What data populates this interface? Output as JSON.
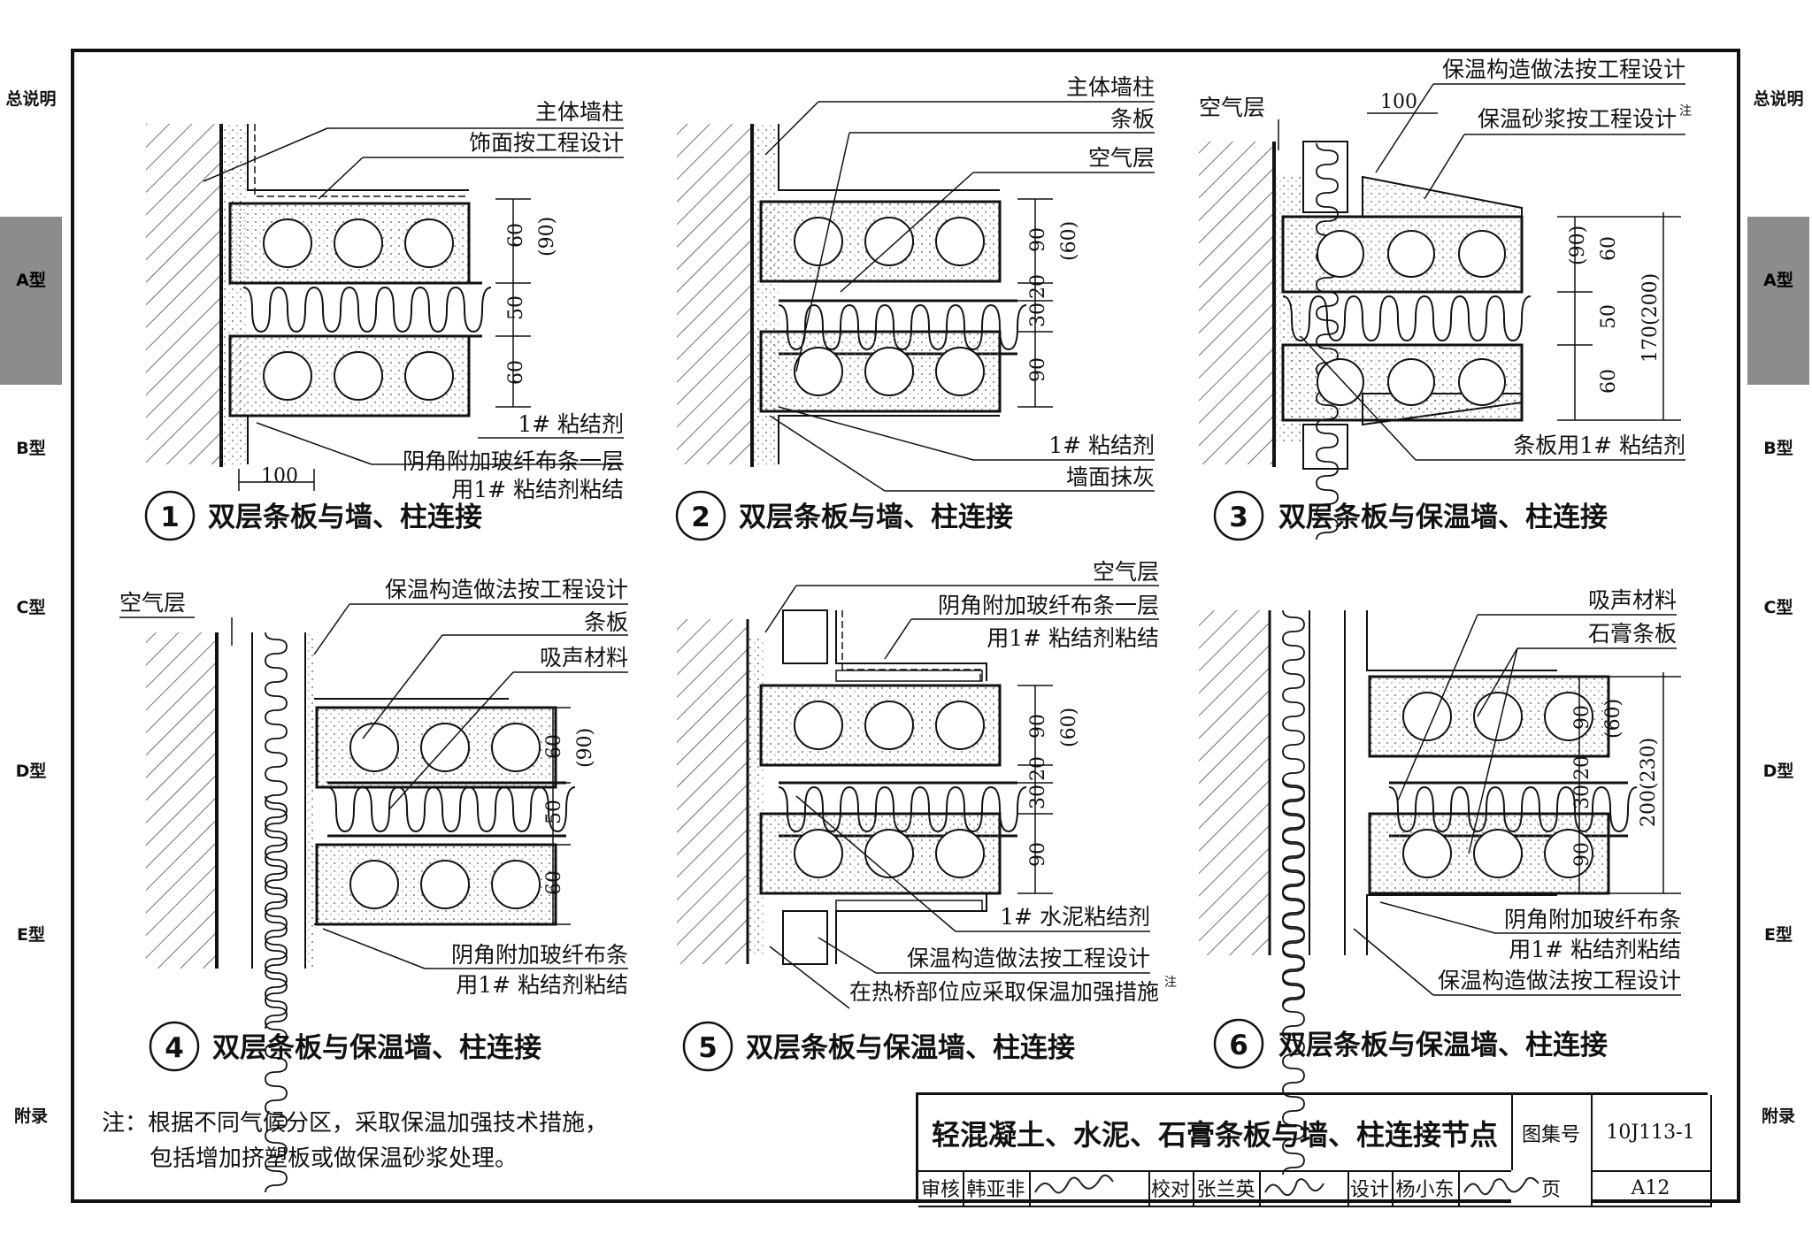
{
  "side_tabs": {
    "left": [
      {
        "label": "总说明",
        "active": false
      },
      {
        "label": "A型",
        "active": true
      },
      {
        "label": "B型",
        "active": false
      },
      {
        "label": "C型",
        "active": false
      },
      {
        "label": "D型",
        "active": false
      },
      {
        "label": "E型",
        "active": false
      },
      {
        "label": "附录",
        "active": false
      }
    ],
    "right": [
      {
        "label": "总说明",
        "active": false
      },
      {
        "label": "A型",
        "active": true
      },
      {
        "label": "B型",
        "active": false
      },
      {
        "label": "C型",
        "active": false
      },
      {
        "label": "D型",
        "active": false
      },
      {
        "label": "E型",
        "active": false
      },
      {
        "label": "附录",
        "active": false
      }
    ]
  },
  "details": [
    {
      "number": "1",
      "title": "双层条板与墙、柱连接",
      "labels": [
        "主体墙柱",
        "饰面按工程设计",
        "1# 粘结剂",
        "阴角附加玻纤布条一层",
        "用1# 粘结剂粘结",
        "100"
      ],
      "dims": [
        "60",
        "(90)",
        "50",
        "60"
      ]
    },
    {
      "number": "2",
      "title": "双层条板与墙、柱连接",
      "labels": [
        "主体墙柱",
        "条板",
        "空气层",
        "1# 粘结剂",
        "墙面抹灰"
      ],
      "dims": [
        "90",
        "(60)",
        "30",
        "20",
        "90"
      ]
    },
    {
      "number": "3",
      "title": "双层条板与保温墙、柱连接",
      "labels": [
        "空气层",
        "保温构造做法按工程设计",
        "保温砂浆按工程设计",
        "注",
        "100",
        "条板用1# 粘结剂"
      ],
      "dims": [
        "(90)",
        "60",
        "50",
        "60",
        "170(200)"
      ]
    },
    {
      "number": "4",
      "title": "双层条板与保温墙、柱连接",
      "labels": [
        "空气层",
        "保温构造做法按工程设计",
        "条板",
        "吸声材料",
        "阴角附加玻纤布条",
        "用1# 粘结剂粘结"
      ],
      "dims": [
        "60",
        "(90)",
        "50",
        "60"
      ]
    },
    {
      "number": "5",
      "title": "双层条板与保温墙、柱连接",
      "labels": [
        "空气层",
        "阴角附加玻纤布条一层",
        "用1# 粘结剂粘结",
        "1# 水泥粘结剂",
        "保温构造做法按工程设计",
        "在热桥部位应采取保温加强措施",
        "注"
      ],
      "dims": [
        "90",
        "(60)",
        "20",
        "30",
        "90"
      ]
    },
    {
      "number": "6",
      "title": "双层条板与保温墙、柱连接",
      "labels": [
        "吸声材料",
        "石膏条板",
        "阴角附加玻纤布条",
        "用1# 粘结剂粘结",
        "保温构造做法按工程设计"
      ],
      "dims": [
        "90",
        "(60)",
        "20",
        "30",
        "90",
        "200(230)"
      ]
    }
  ],
  "note": {
    "line1": "注：根据不同气候分区，采取保温加强技术措施，",
    "line2": "包括增加挤塑板或做保温砂浆处理。"
  },
  "title_block": {
    "title": "轻混凝土、水泥、石膏条板与墙、柱连接节点",
    "atlas_label": "图集号",
    "atlas_no": "10J113-1",
    "page_label": "页",
    "page_no": "A12",
    "review_label": "审核",
    "reviewer": "韩亚非",
    "check_label": "校对",
    "checker": "张兰英",
    "design_label": "设计",
    "designer": "杨小东"
  }
}
